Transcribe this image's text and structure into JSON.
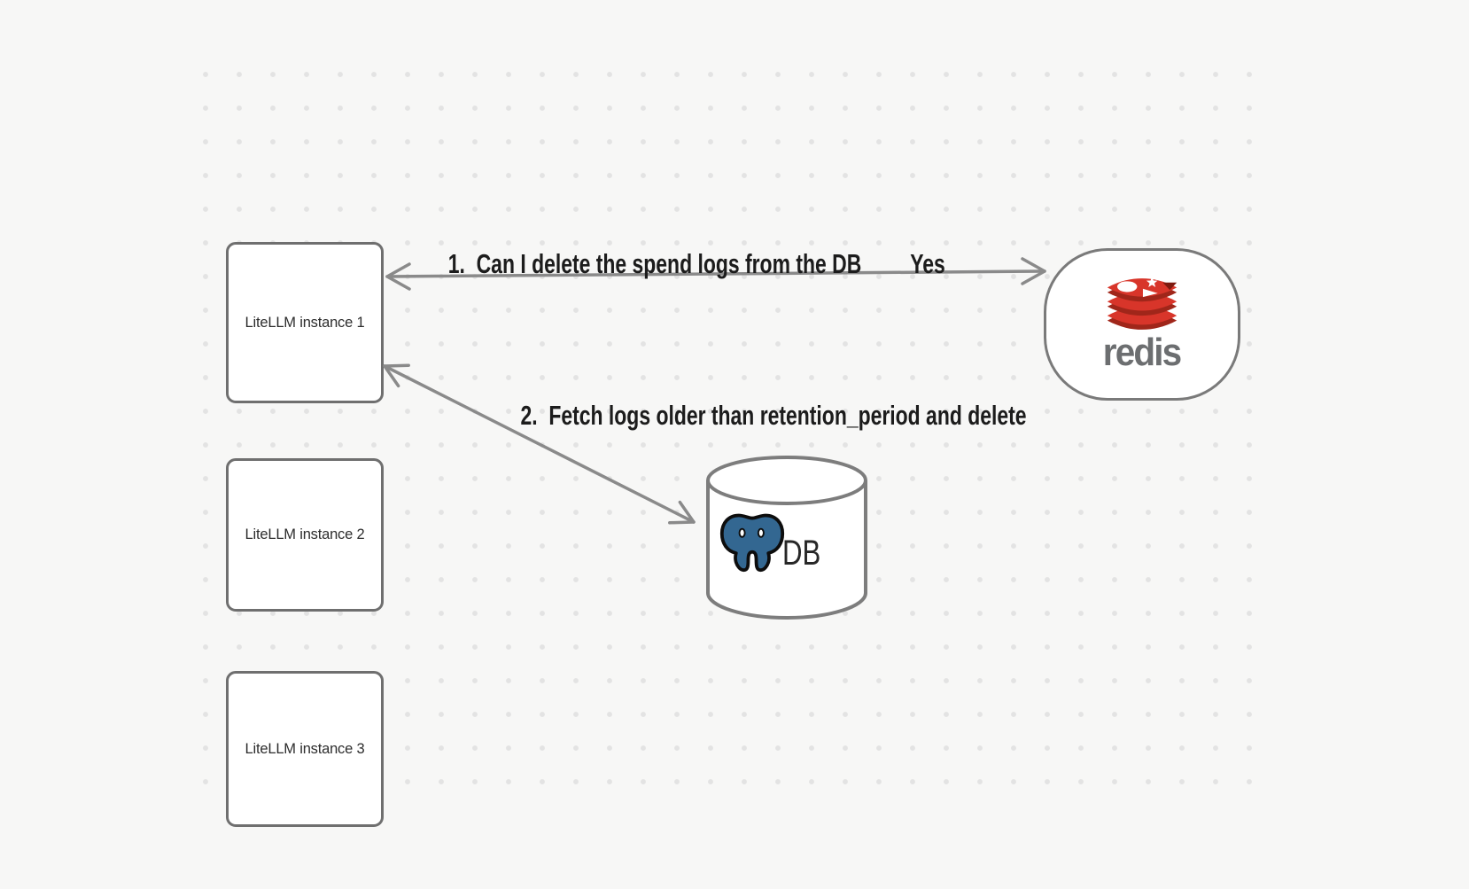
{
  "diagram": {
    "background": {
      "color": "#f7f7f6",
      "dot_color": "#e3e3e3"
    },
    "colors": {
      "shape_border": "#6f6f6f",
      "arrow": "#8a8a8a",
      "edge_label_text": "#1c1c1c",
      "box_text": "#2d2d2d",
      "redis_red": "#d8352a",
      "redis_red_dark": "#a0261a",
      "redis_wordmark_gray": "#6c6e70",
      "postgres_blue": "#336791"
    },
    "nodes": {
      "litellm_instances": [
        {
          "label": "LiteLLM instance 1"
        },
        {
          "label": "LiteLLM instance 2"
        },
        {
          "label": "LiteLLM instance 3"
        }
      ],
      "redis": {
        "label": "redis",
        "icon": "redis-logo"
      },
      "database": {
        "label": "DB",
        "icon": "postgresql-elephant-logo"
      }
    },
    "edges": [
      {
        "label": "1.  Can I delete the spend logs from the DB",
        "response": "Yes",
        "from": "litellm-instance-1",
        "to": "redis",
        "direction": "bidirectional"
      },
      {
        "label": "2.  Fetch logs older than retention_period and delete",
        "from": "litellm-instance-1",
        "to": "database",
        "direction": "bidirectional"
      }
    ]
  }
}
